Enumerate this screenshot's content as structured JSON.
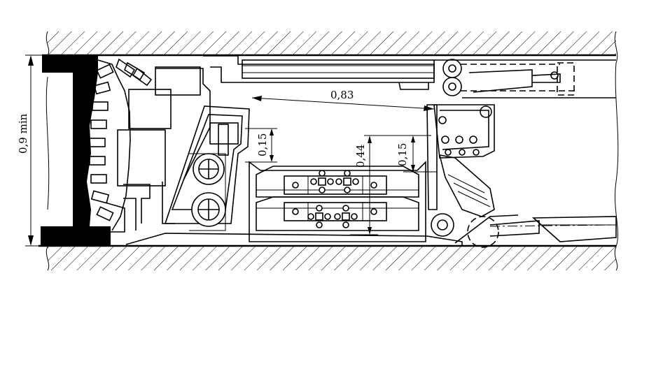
{
  "dimensions": {
    "seam_height": "0,9 min",
    "span": "0,83",
    "left_gap": "0,15",
    "conveyor_height": "0,44",
    "right_gap": "0,15"
  }
}
